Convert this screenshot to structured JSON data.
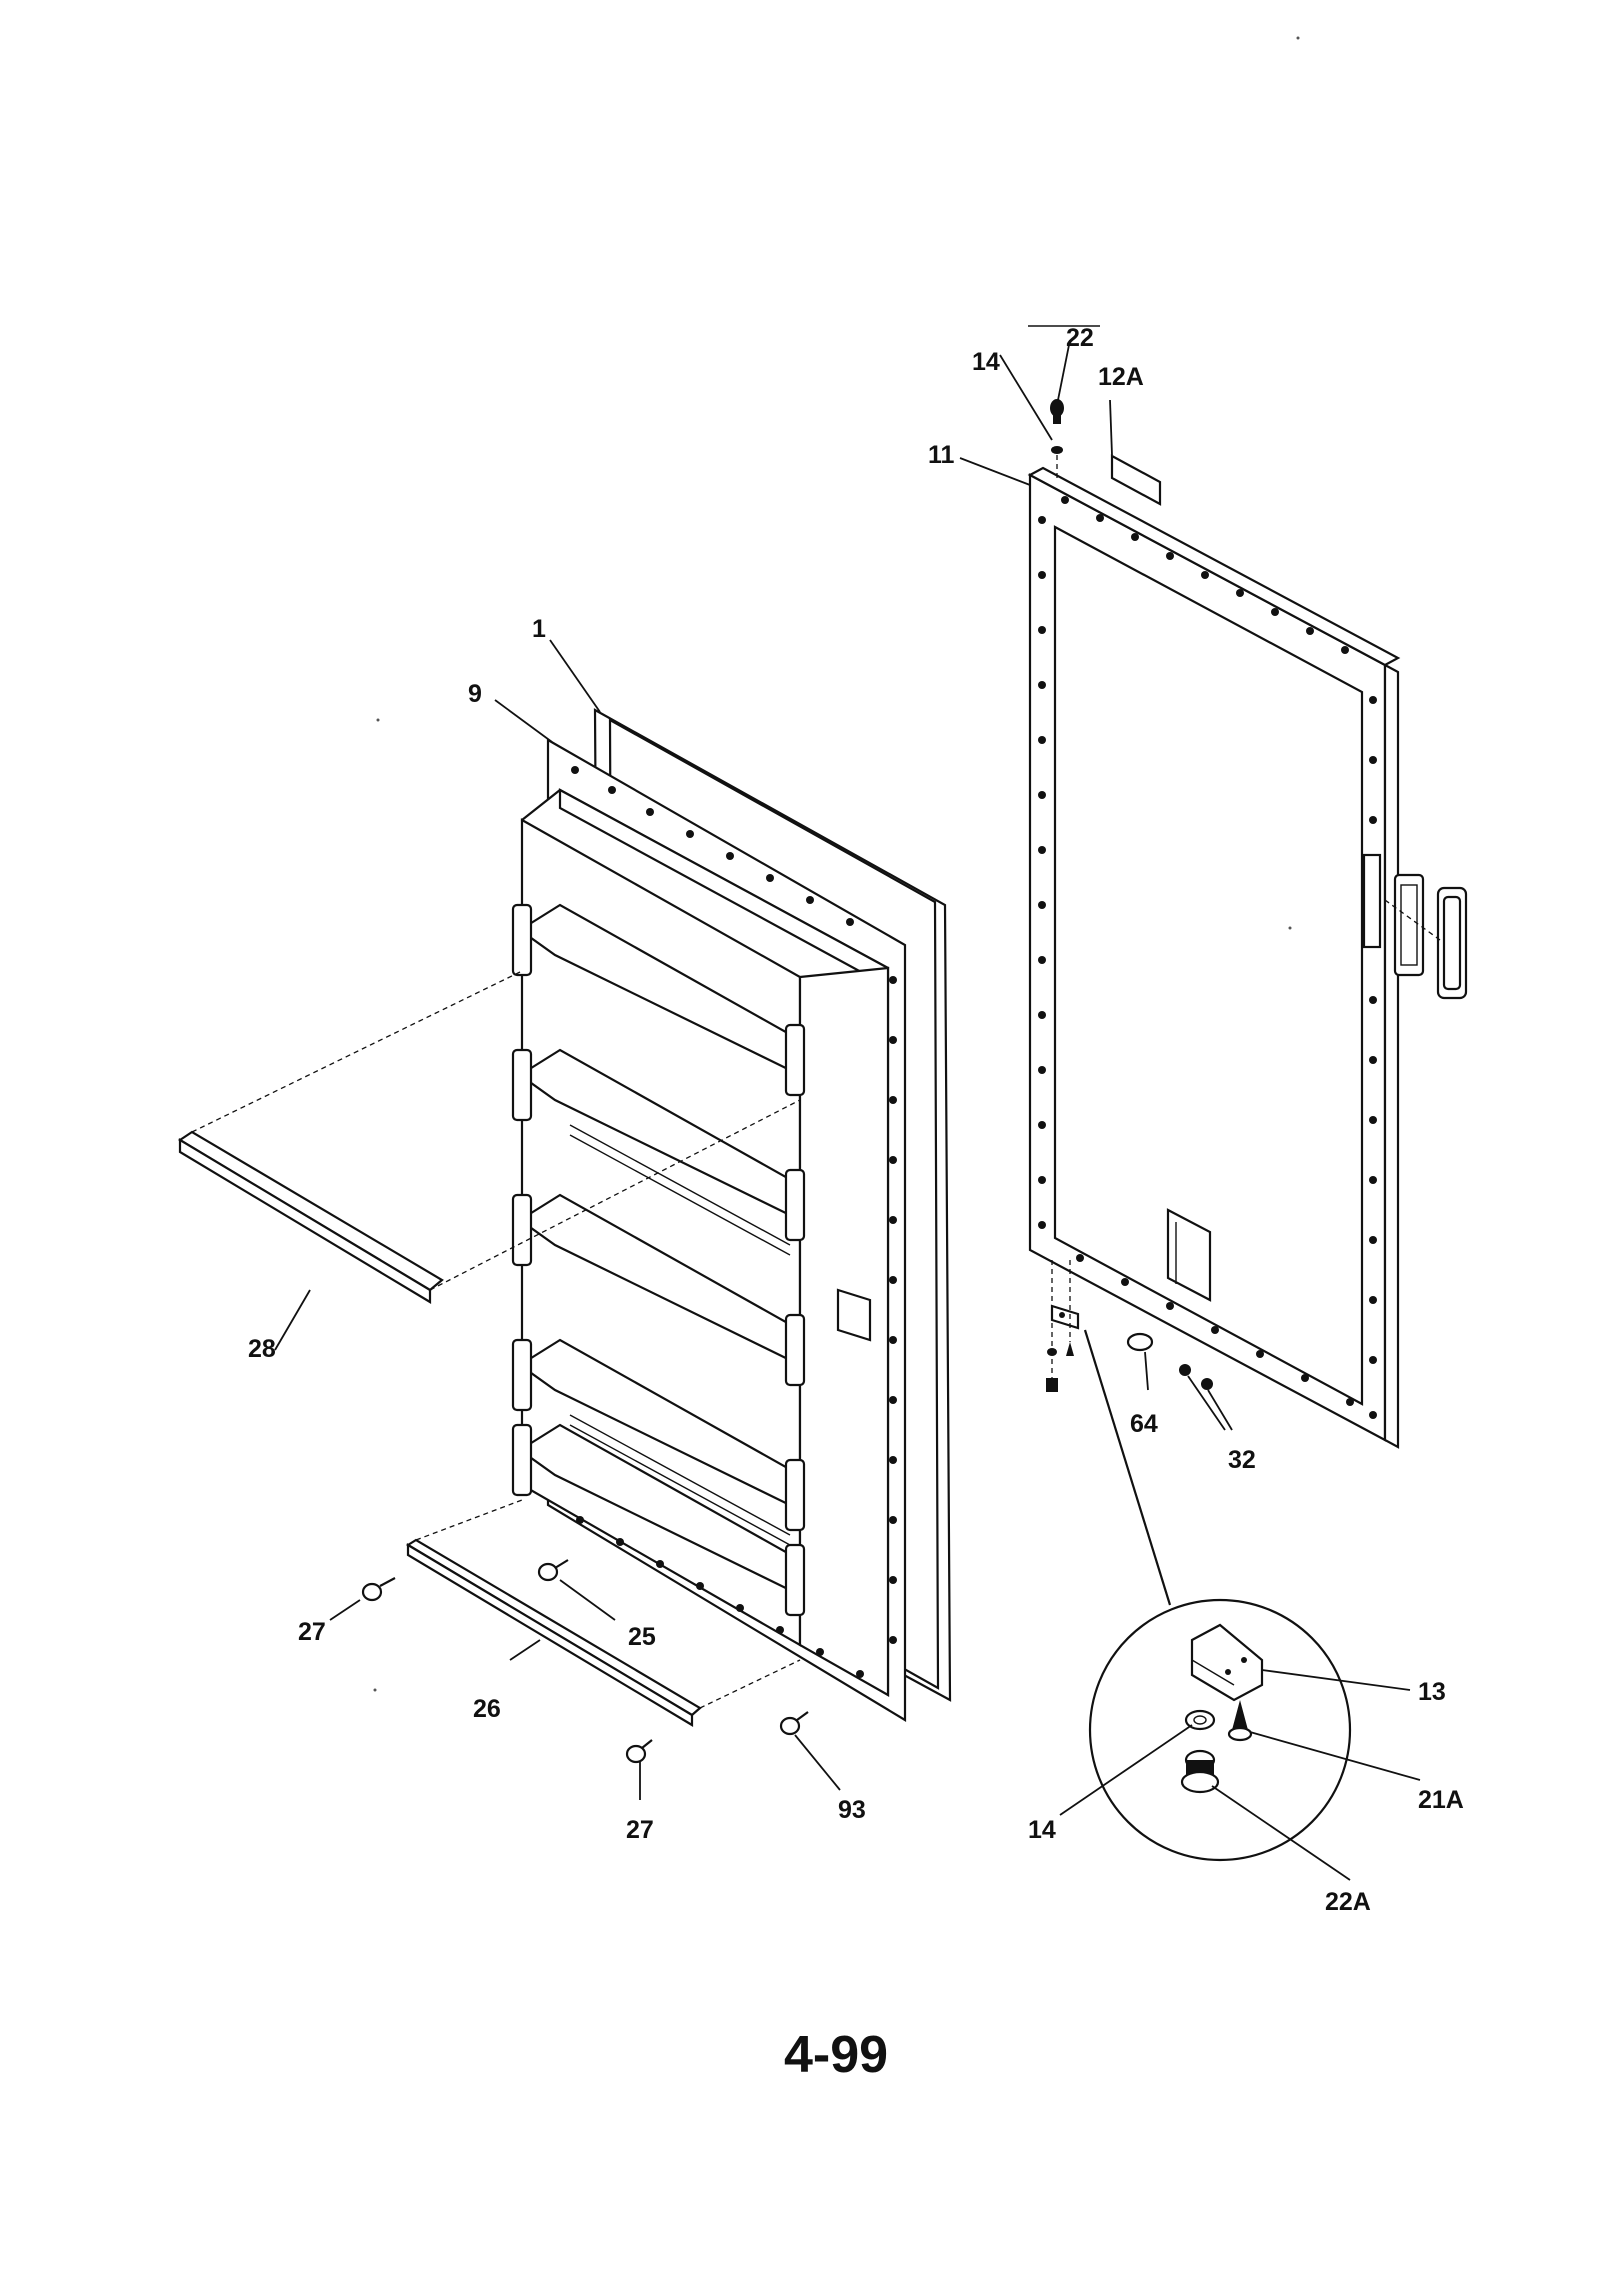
{
  "page": {
    "number": "4-99"
  },
  "callouts": {
    "c1": "1",
    "c9": "9",
    "c28": "28",
    "c27a": "27",
    "c25": "25",
    "c26": "26",
    "c27b": "27",
    "c93": "93",
    "c14top": "14",
    "c22": "22",
    "c12a": "12A",
    "c11": "11",
    "c64": "64",
    "c32": "32",
    "c13": "13",
    "c21a": "21A",
    "c14detail": "14",
    "c22a": "22A"
  }
}
